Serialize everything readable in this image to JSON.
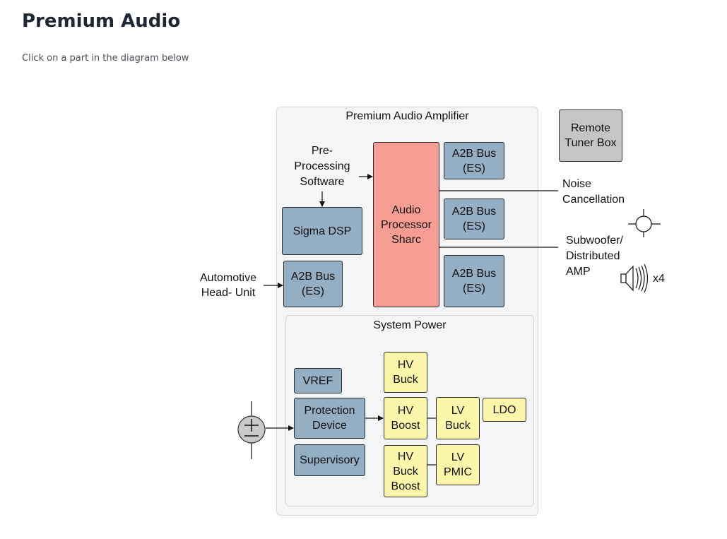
{
  "page": {
    "title": "Premium Audio",
    "subtitle": "Click on a part in the diagram below"
  },
  "diagram": {
    "amplifier": {
      "title": "Premium Audio Amplifier",
      "pre_processing": "Pre-\nProcessing\nSoftware",
      "sigma_dsp": "Sigma DSP",
      "a2b_input": "A2B Bus\n(ES)",
      "audio_processor": "Audio\nProcessor\nSharc",
      "a2b_top": "A2B Bus\n(ES)",
      "a2b_middle": "A2B Bus\n(ES)",
      "a2b_bottom": "A2B Bus\n(ES)"
    },
    "system_power": {
      "title": "System Power",
      "vref": "VREF",
      "protection_device": "Protection\nDevice",
      "supervisory": "Supervisory",
      "hv_buck": "HV\nBuck",
      "hv_boost": "HV\nBoost",
      "hv_buck_boost": "HV\nBuck\nBoost",
      "lv_buck": "LV\nBuck",
      "lv_pmic": "LV\nPMIC",
      "ldo": "LDO"
    },
    "external": {
      "remote_tuner_box": "Remote\nTuner Box",
      "head_unit": "Automotive\nHead- Unit",
      "noise_cancellation": "Noise\nCancellation",
      "subwoofer": "Subwoofer/\nDistributed\nAMP",
      "speaker_count": "x4"
    },
    "icons": [
      "microphone-icon",
      "speaker-icon",
      "battery-icon"
    ]
  }
}
